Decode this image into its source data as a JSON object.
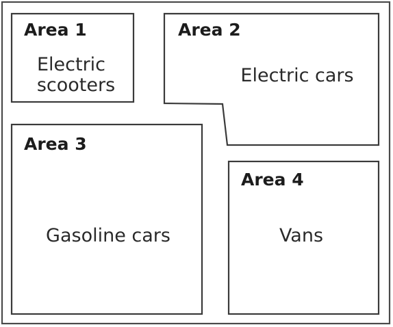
{
  "areas": [
    {
      "title": "Area 1",
      "content_lines": [
        "Electric",
        "scooters"
      ]
    },
    {
      "title": "Area 2",
      "content_lines": [
        "Electric cars"
      ]
    },
    {
      "title": "Area 3",
      "content_lines": [
        "Gasoline cars"
      ]
    },
    {
      "title": "Area 4",
      "content_lines": [
        "Vans"
      ]
    }
  ]
}
